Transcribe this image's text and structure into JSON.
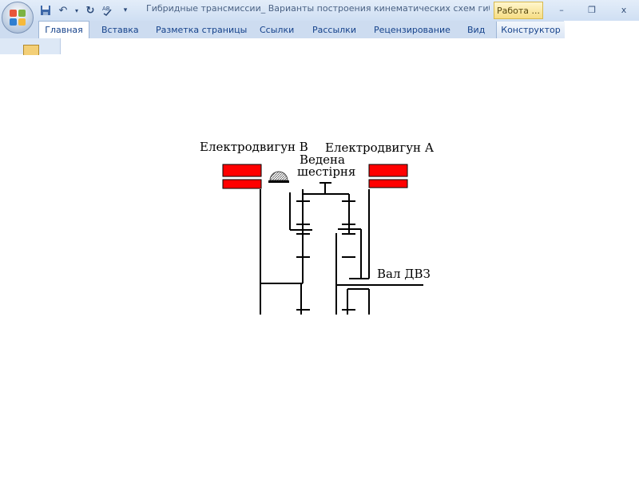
{
  "window": {
    "title": "Гибридные трансмиссии_ Варианты построения кинематических схем гиб...",
    "context_tab": "Работа ...",
    "minimize": "–",
    "restore": "❐",
    "close": "x"
  },
  "ribbon": {
    "tabs": [
      "Главная",
      "Вставка",
      "Разметка страницы",
      "Ссылки",
      "Рассылки",
      "Рецензирование",
      "Вид",
      "Конструктор"
    ],
    "active_tab": "Главная"
  },
  "icons": {
    "office": "office-logo-icon",
    "save": "save-icon",
    "undo": "undo-icon",
    "redo": "redo-icon",
    "spelling": "spelling-icon",
    "customize": "customize-qat-icon",
    "paste": "paste-icon"
  },
  "diagram": {
    "motor_b": "Електродвигун В",
    "motor_a": "Електродвигун А",
    "driven_gear_line1": "Ведена",
    "driven_gear_line2": "шестірня",
    "ice_shaft": "Вал ДВЗ",
    "stator_color": "#ff0000"
  }
}
